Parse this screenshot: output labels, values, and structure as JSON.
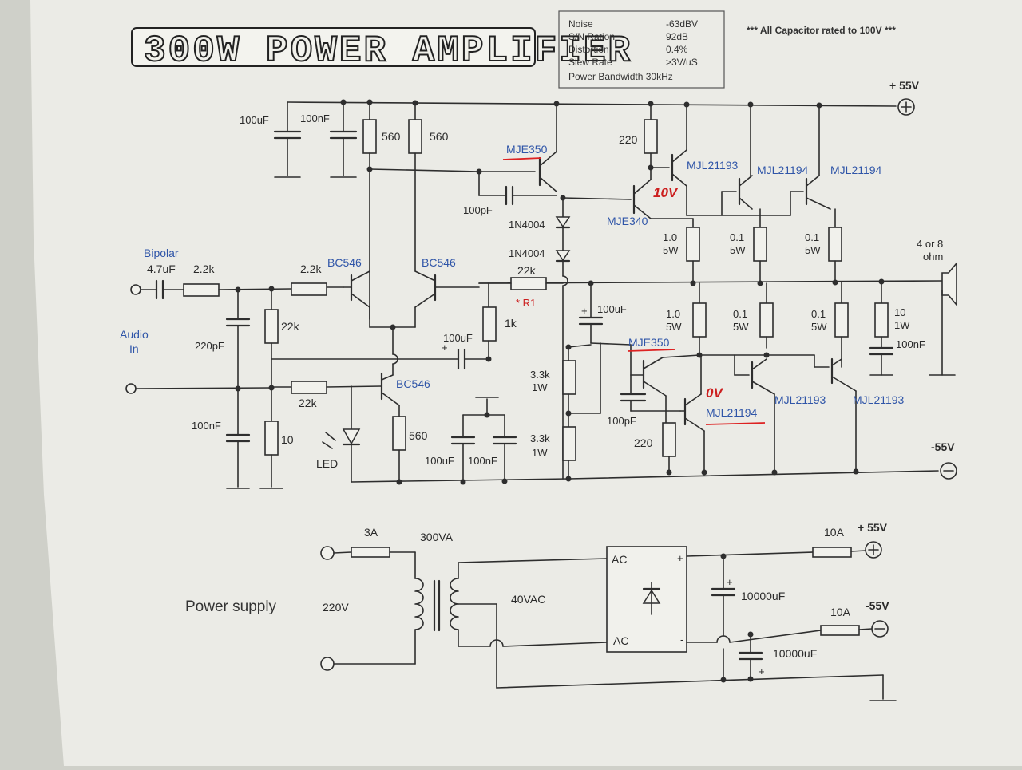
{
  "title": "300W POWER AMPLIFIER",
  "specs": [
    {
      "label": "Noise",
      "value": "-63dBV"
    },
    {
      "label": "S/N Ration",
      "value": "92dB"
    },
    {
      "label": "Distortion",
      "value": "0.4%"
    },
    {
      "label": "Slew Rate",
      "value": ">3V/uS"
    },
    {
      "label": "Power Bandwidth 30kHz",
      "value": ""
    }
  ],
  "note": "*** All Capacitor rated to 100V ***",
  "rails": {
    "positive": "+ 55V",
    "negative": "-55V"
  },
  "input": {
    "bipolar": "Bipolar",
    "audio": "Audio",
    "in": "In"
  },
  "speaker": {
    "line1": "4 or 8",
    "line2": "ohm"
  },
  "parts": {
    "c_in": "4.7uF",
    "r_in": "2.2k",
    "c_220p": "220pF",
    "r_22k_a": "22k",
    "r_22k_b": "22k",
    "r_22_base": "2.2k",
    "c_100n_in": "100nF",
    "r_10_in": "10",
    "led": "LED",
    "c_100u_top": "100uF",
    "c_100n_top": "100nF",
    "r_560_a": "560",
    "r_560_b": "560",
    "r_560_c": "560",
    "q_bc546_a": "BC546",
    "q_bc546_b": "BC546",
    "q_bc546_c": "BC546",
    "c_100u_fb": "100uF",
    "r_1k": "1k",
    "r_fb_22k": "22k",
    "r1_mark": "* R1",
    "c_100pf_a": "100pF",
    "c_100u_mid": "100uF",
    "c_100u_bot": "100uF",
    "c_100n_bot": "100nF",
    "q_mje350_a": "MJE350",
    "q_mje340": "MJE340",
    "d_1": "1N4004",
    "d_2": "1N4004",
    "r_220_a": "220",
    "r_33k_a": "3.3k",
    "r_33k_a_w": "1W",
    "r_33k_b": "3.3k",
    "r_33k_b_w": "1W",
    "q_mje350_b": "MJE350",
    "c_100pf_b": "100pF",
    "r_220_b": "220",
    "q_mjl21193_top": "MJL21193",
    "q_mjl21194_t1": "MJL21194",
    "q_mjl21194_t2": "MJL21194",
    "q_mjl21194_bot": "MJL21194",
    "q_mjl21193_b1": "MJL21193",
    "q_mjl21193_b2": "MJL21193",
    "re_t1": "1.0",
    "re_t1_w": "5W",
    "re_t2": "0.1",
    "re_t2_w": "5W",
    "re_t3": "0.1",
    "re_t3_w": "5W",
    "re_b1": "1.0",
    "re_b1_w": "5W",
    "re_b2": "0.1",
    "re_b2_w": "5W",
    "re_b3": "0.1",
    "re_b3_w": "5W",
    "zobel_r": "10",
    "zobel_r_w": "1W",
    "zobel_c": "100nF",
    "v_10": "10V",
    "v_0": "0V"
  },
  "supply": {
    "label": "Power supply",
    "mains": "220V",
    "fuse_in": "3A",
    "transformer": "300VA",
    "secondary": "40VAC",
    "ac_top": "AC",
    "ac_bot": "AC",
    "plus": "+",
    "minus": "-",
    "cap_pos": "10000uF",
    "cap_neg": "10000uF",
    "fuse_pos": "10A",
    "fuse_neg": "10A",
    "rail_pos": "+ 55V",
    "rail_neg": "-55V"
  }
}
